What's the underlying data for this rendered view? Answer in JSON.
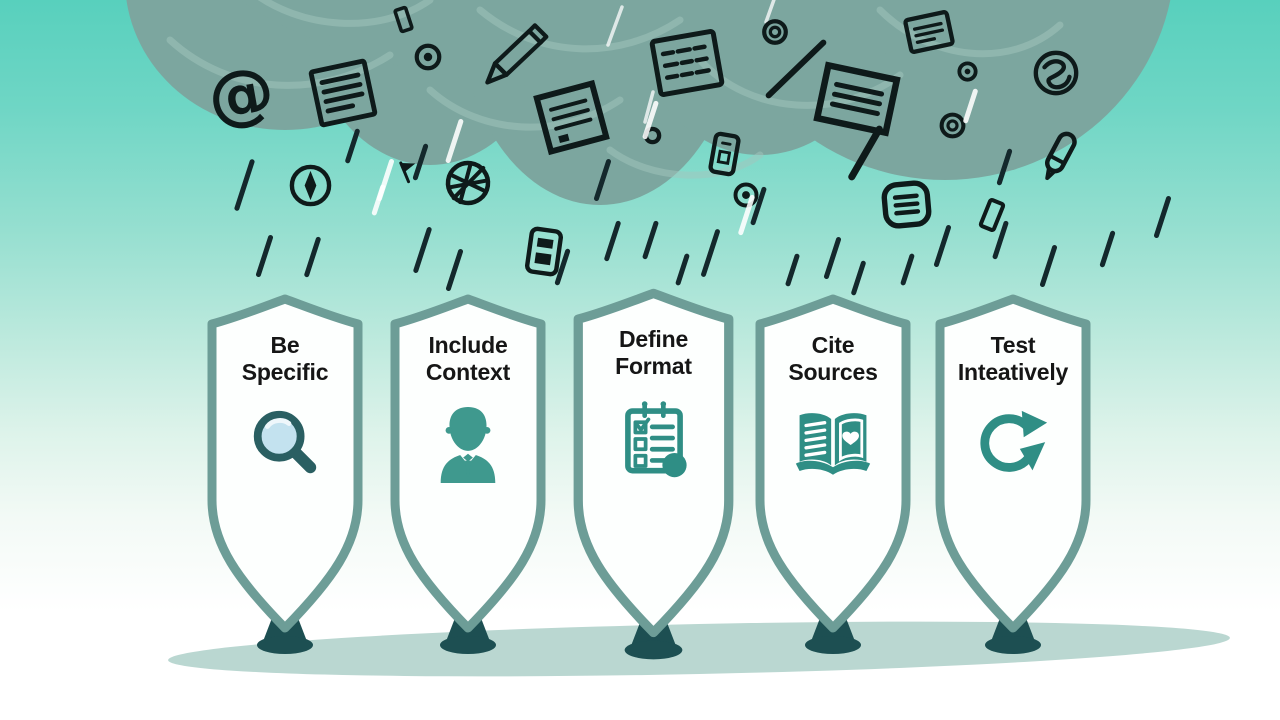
{
  "shields": [
    {
      "line1": "Be",
      "line2": "Specific",
      "icon": "magnifier-icon"
    },
    {
      "line1": "Include",
      "line2": "Context",
      "icon": "person-icon"
    },
    {
      "line1": "Define",
      "line2": "Format",
      "icon": "checklist-icon"
    },
    {
      "line1": "Cite",
      "line2": "Sources",
      "icon": "open-book-icon"
    },
    {
      "line1": "Test",
      "line2": "Inteatively",
      "icon": "refresh-icon"
    }
  ],
  "glyphs": {
    "at": "@"
  },
  "cloud": {
    "falling_icons": [
      "at-spiral-icon",
      "lined-document-icon",
      "bullseye-icon",
      "pencil-icon",
      "compass-icon",
      "ship-wheel-icon",
      "flag-icon",
      "dashed-table-icon",
      "framed-document-icon",
      "dot-circle-icon",
      "pen-stroke-icon",
      "phone-card-icon",
      "window-lines-icon",
      "note-card-icon",
      "scribble-globe-icon",
      "marker-pen-icon",
      "blank-chip-icon",
      "rounded-document-icon",
      "memo-card-icon"
    ]
  },
  "colors": {
    "background_top": "#58d0bd",
    "background_bottom": "#ffffff",
    "cloud": "#7ca69f",
    "cloud_texture": "#a3c6be",
    "shield_border": "#6d9d97",
    "shield_fill": "#fdfffe",
    "shield_stand": "#1d4f52",
    "icon_teal": "#2f8e85",
    "icon_teal_light": "#3f998e",
    "magnifier_teal": "#2a5f62",
    "lens_blue": "#c3e2ef",
    "label_text": "#161616",
    "doodle_ink": "#0e1a1a",
    "rain_dark": "#14282c",
    "ground_shadow": "#bad7d1"
  }
}
